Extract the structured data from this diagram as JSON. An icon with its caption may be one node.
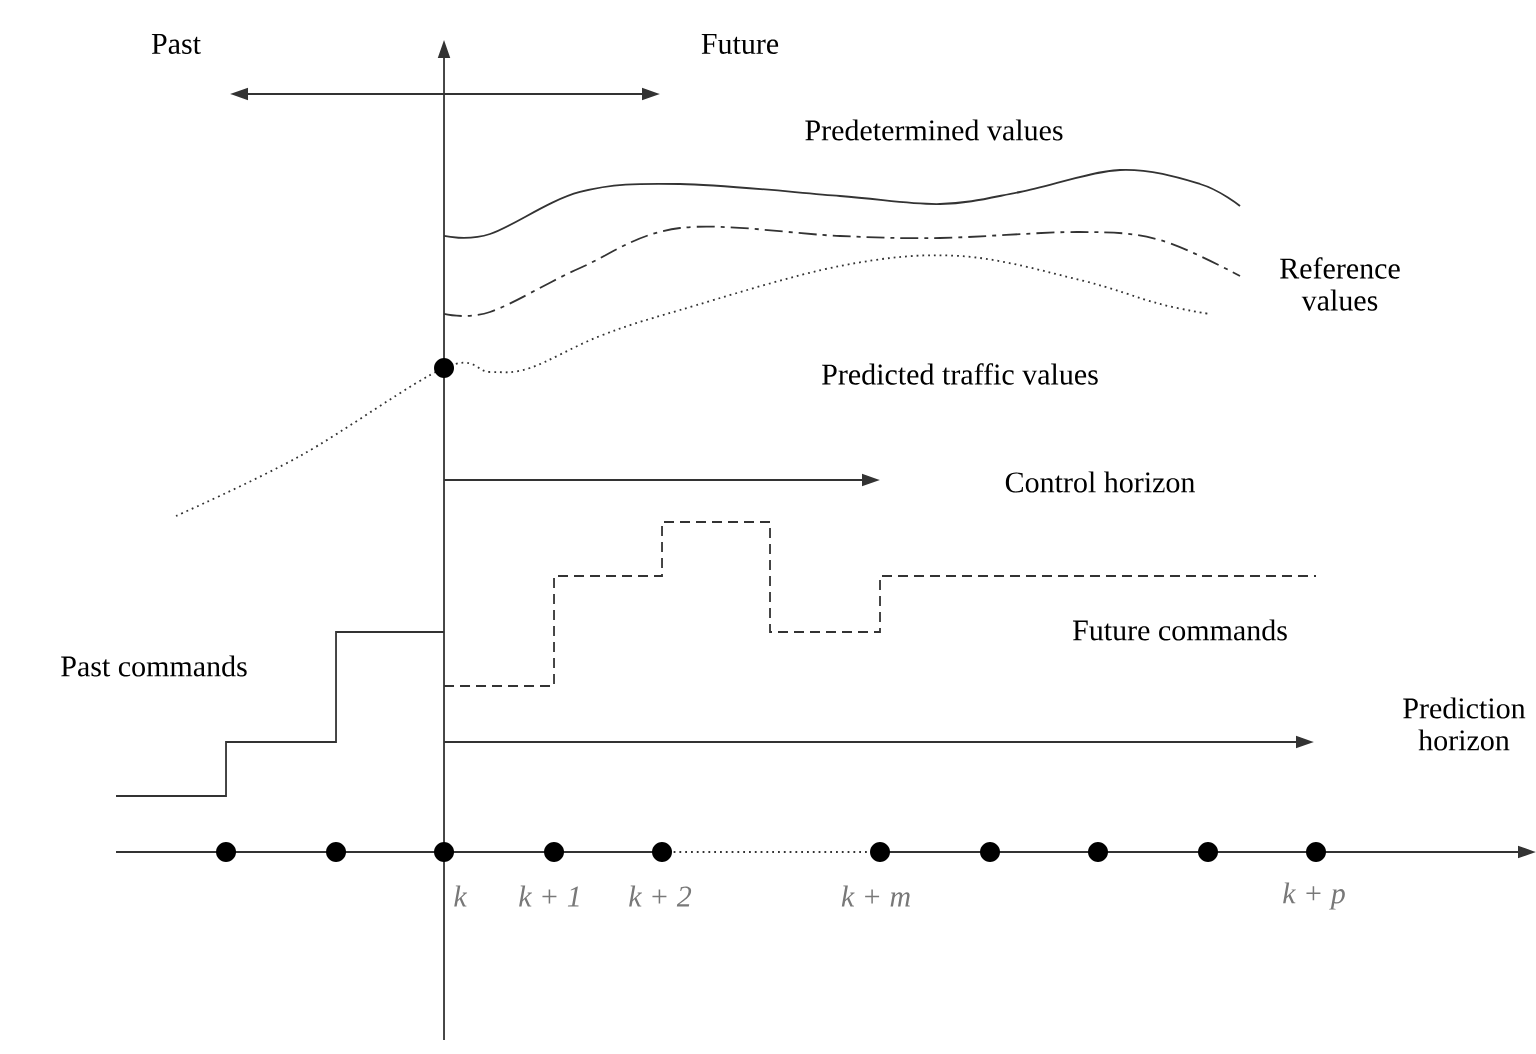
{
  "diagram": {
    "labels": [
      "Past",
      "Future",
      "Predetermined values",
      "Reference values",
      "Predicted traffic values",
      "Control horizon",
      "Future commands",
      "Past commands",
      "Prediction horizon",
      "k",
      "k + 1",
      "k + 2",
      "k + m",
      "k + p"
    ]
  }
}
